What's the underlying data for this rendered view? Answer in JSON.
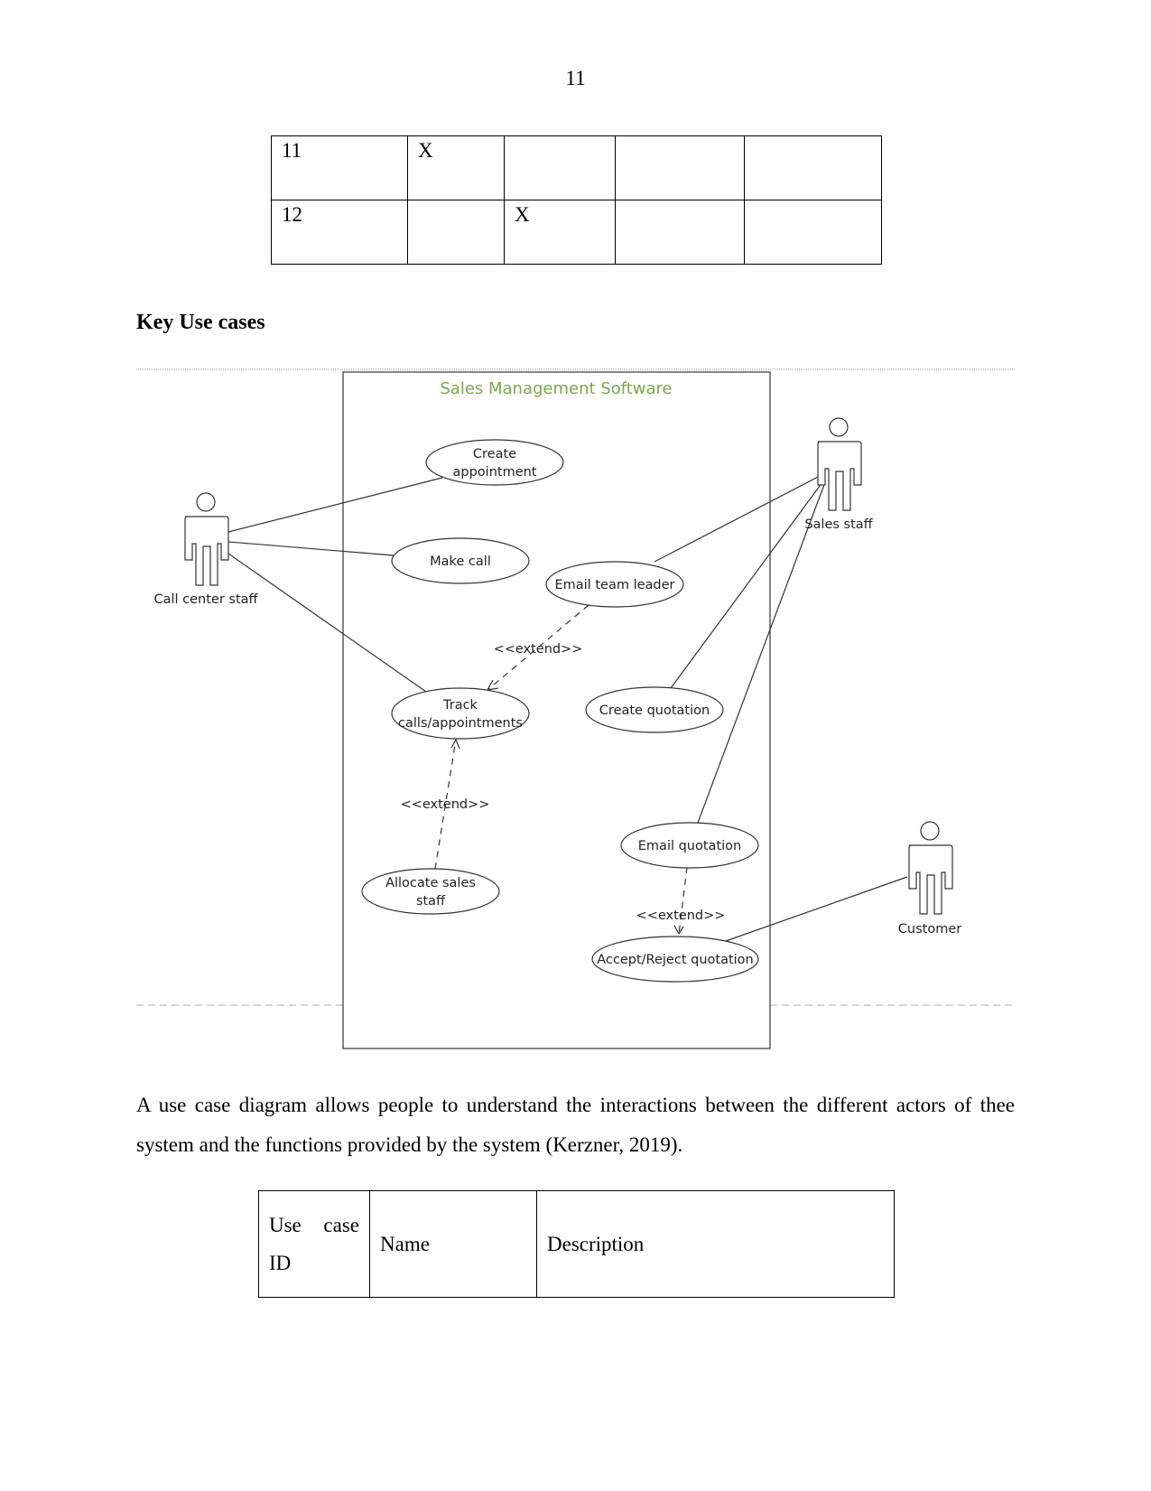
{
  "page_number": "11",
  "matrix_table": {
    "rows": [
      [
        "11",
        "X",
        "",
        "",
        ""
      ],
      [
        "12",
        "",
        "X",
        "",
        ""
      ]
    ]
  },
  "heading": "Key Use cases",
  "diagram": {
    "system_title": "Sales Management Software",
    "actors": {
      "call_center_staff": "Call center staff",
      "sales_staff": "Sales staff",
      "customer": "Customer"
    },
    "use_cases": {
      "create_appointment": [
        "Create",
        "appointment"
      ],
      "make_call": "Make call",
      "email_team_leader": "Email team leader",
      "track_calls": [
        "Track",
        "calls/appointments"
      ],
      "create_quotation": "Create quotation",
      "email_quotation": "Email quotation",
      "allocate_sales_staff": [
        "Allocate sales",
        "staff"
      ],
      "accept_reject_quotation": "Accept/Reject quotation"
    },
    "extend_label": "<<extend>>"
  },
  "paragraph": "A use case diagram allows people to understand the interactions between the different actors of thee system and the functions provided by the system (Kerzner, 2019).",
  "usecase_table": {
    "headers": {
      "id_line1": "Use case",
      "id_line2": "ID",
      "name": "Name",
      "description": "Description"
    }
  }
}
